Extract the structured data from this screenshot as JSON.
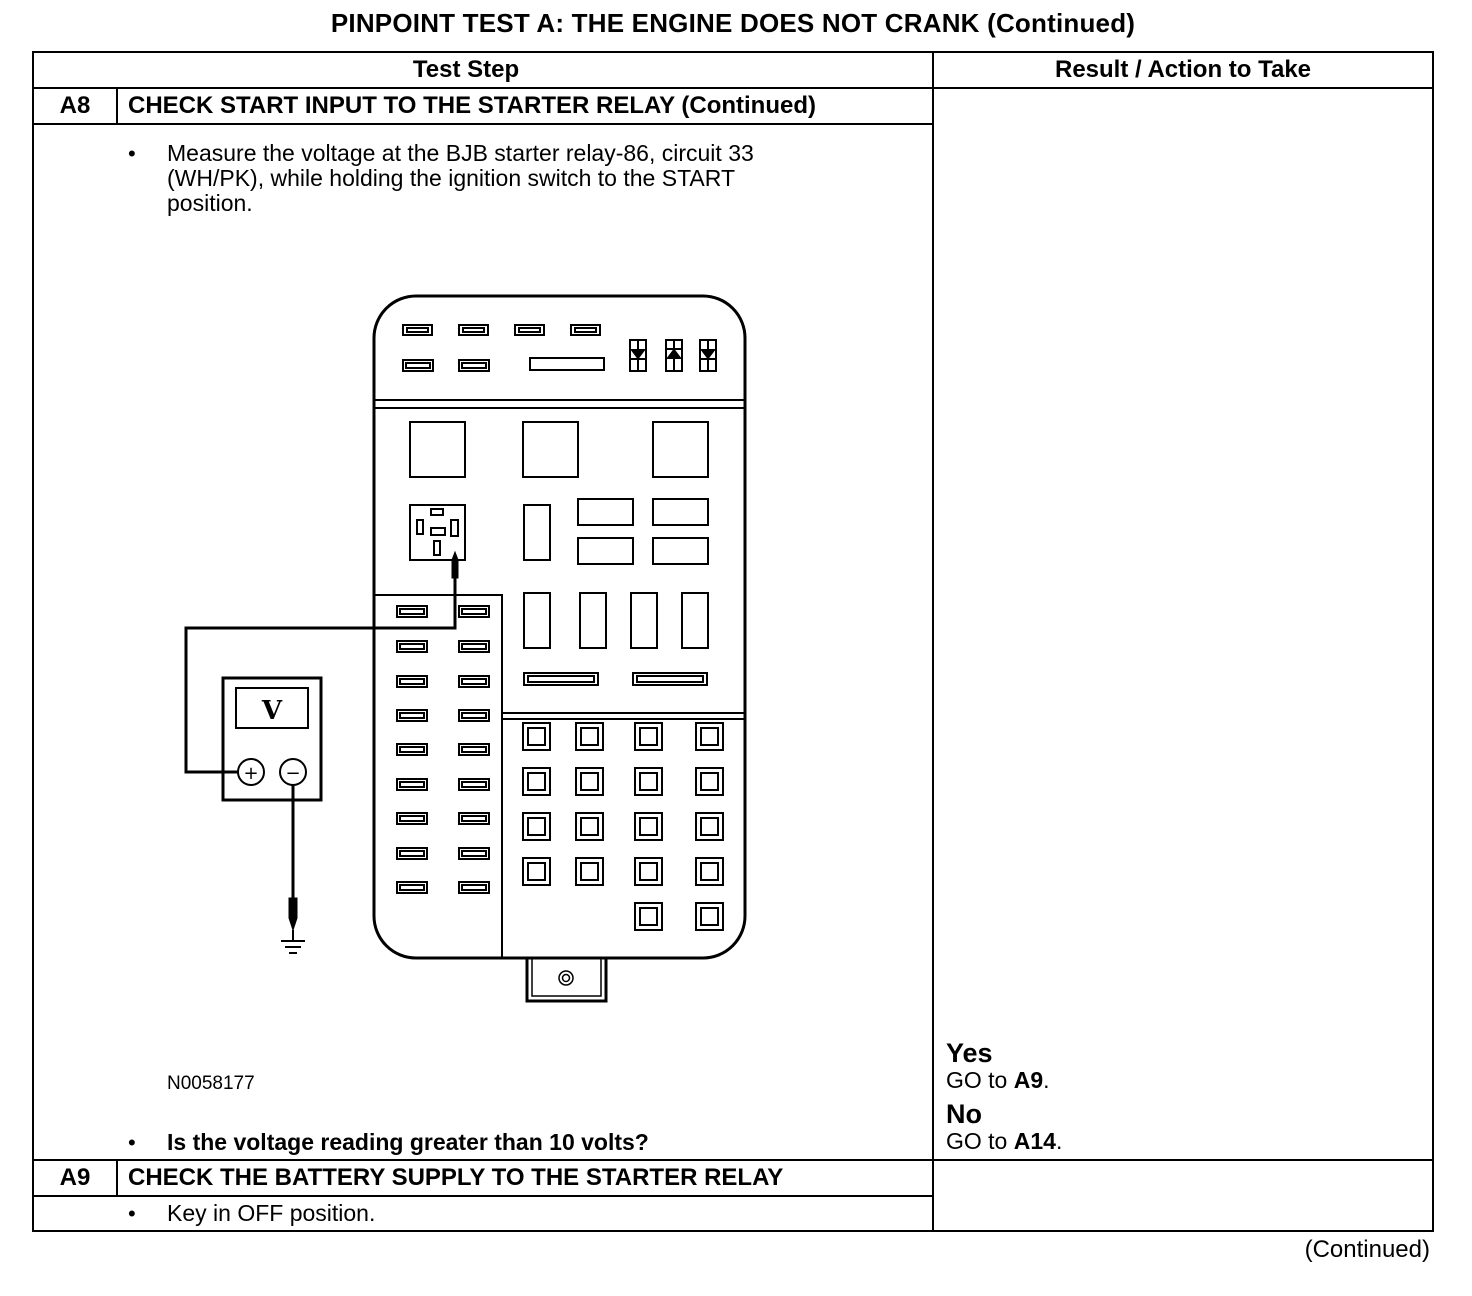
{
  "title": "PINPOINT TEST  A: THE ENGINE DOES NOT CRANK (Continued)",
  "headers": {
    "test_step": "Test Step",
    "result": "Result / Action to Take"
  },
  "steps": [
    {
      "id": "A8",
      "heading": "CHECK START INPUT TO THE STARTER RELAY (Continued)",
      "instruction_lines": [
        "Measure the voltage at the BJB starter relay-86, circuit 33",
        "(WH/PK), while holding the ignition switch to the START",
        "position."
      ],
      "figure_id": "N0058177",
      "meter_symbol": "V",
      "meter_plus": "+",
      "meter_minus": "−",
      "question": "Is the voltage reading greater than 10 volts?",
      "results": {
        "yes_label": "Yes",
        "yes_action": "GO to ",
        "yes_target": "A9",
        "no_label": "No",
        "no_action": "GO to ",
        "no_target": "A14",
        "period": "."
      }
    },
    {
      "id": "A9",
      "heading": "CHECK THE BATTERY SUPPLY TO THE STARTER RELAY",
      "instruction": "Key in OFF position."
    }
  ],
  "bullet": "•",
  "continued": "(Continued)"
}
